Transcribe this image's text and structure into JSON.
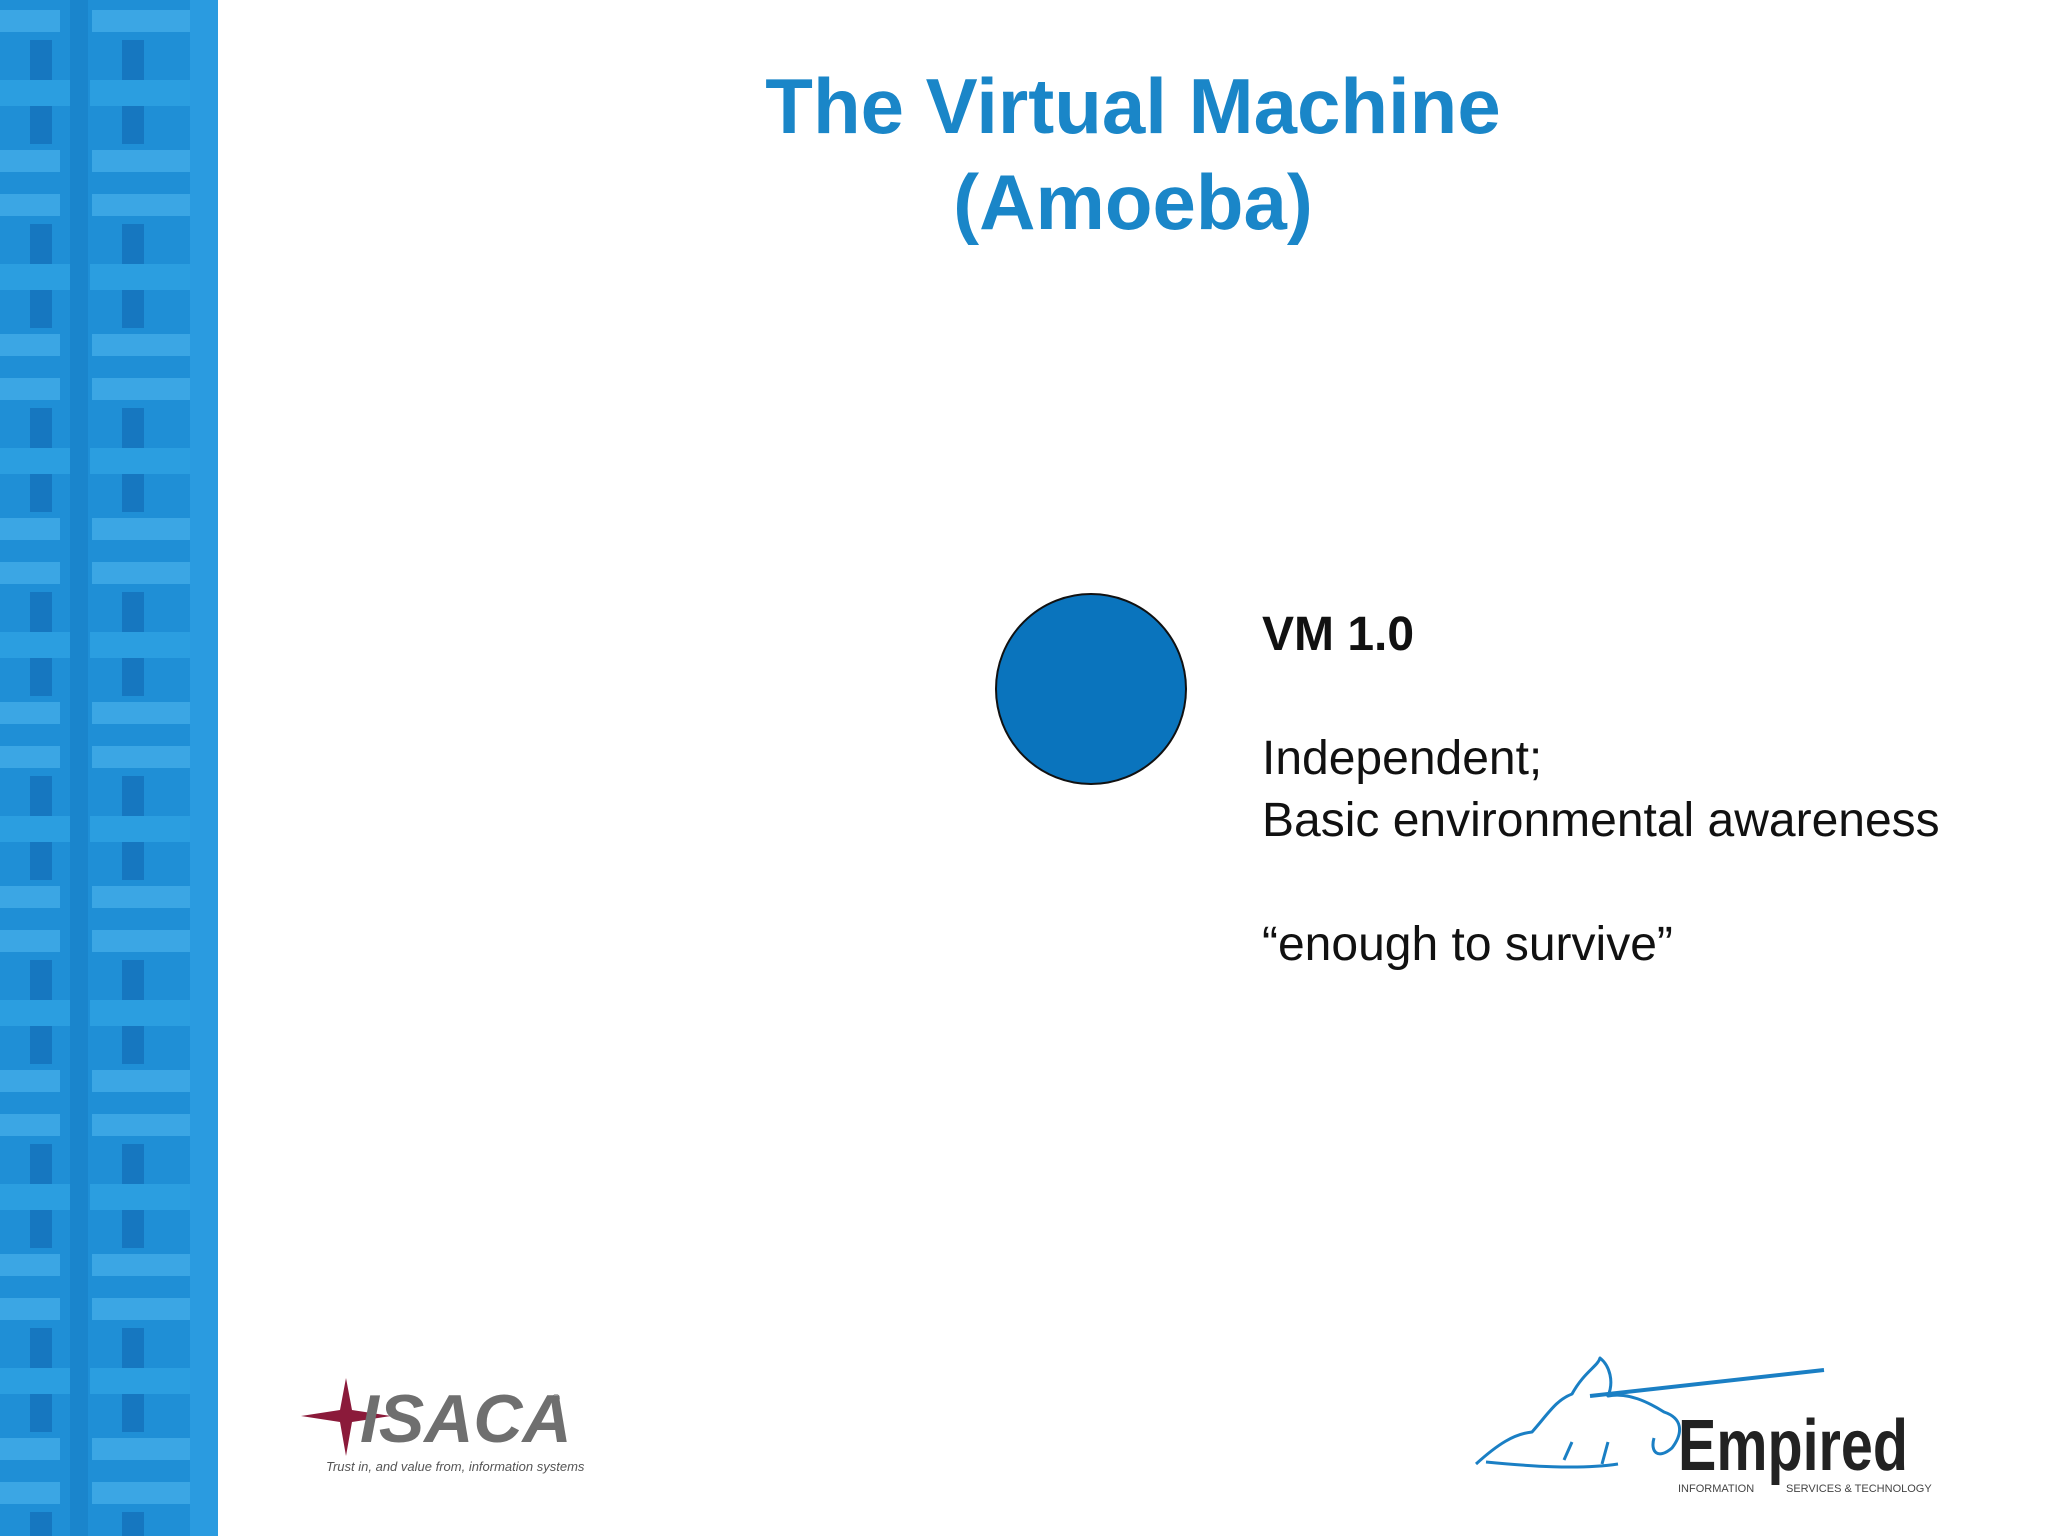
{
  "slide": {
    "title_lines": [
      "The Virtual Machine",
      "(Amoeba)"
    ],
    "heading": "VM 1.0",
    "body_lines": [
      "Independent;",
      "Basic environmental awareness"
    ],
    "quote": "“enough to survive”"
  },
  "logos": {
    "isaca": {
      "name": "ISACA",
      "tagline": "Trust in, and value from, information systems"
    },
    "empired": {
      "name": "Empired",
      "left_caption": "INFORMATION",
      "right_caption": "SERVICES & TECHNOLOGY"
    }
  },
  "colors": {
    "title": "#1a86c8",
    "amoeba_fill": "#0a74bd",
    "side_band": "#1f8fd6",
    "isaca_accent": "#8b1a3a"
  },
  "icons": [
    "amoeba-circle",
    "isaca-star-icon",
    "knight-icon"
  ]
}
